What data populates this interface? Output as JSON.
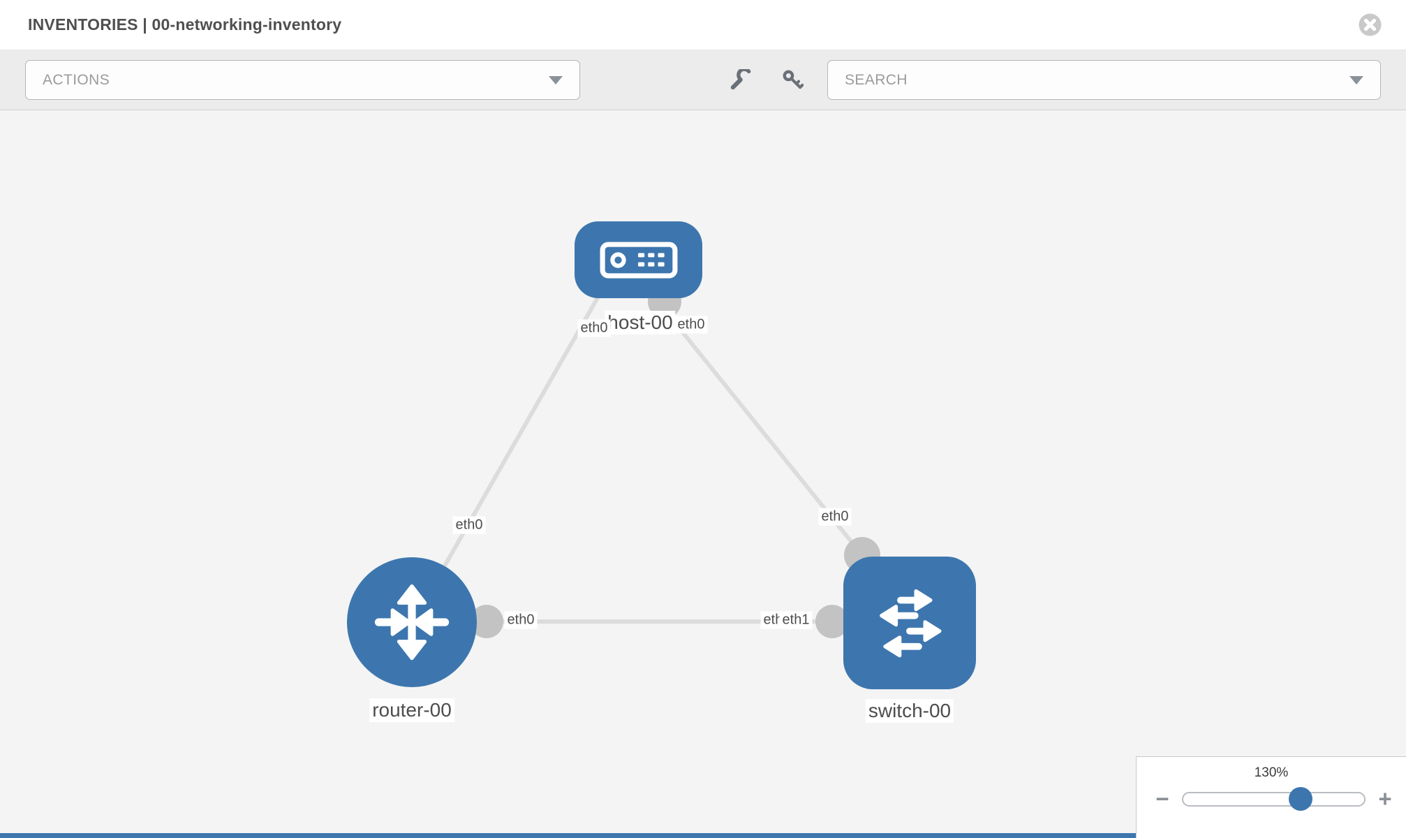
{
  "header": {
    "title": "INVENTORIES | 00-networking-inventory"
  },
  "toolbar": {
    "actions_placeholder": "ACTIONS",
    "search_placeholder": "SEARCH"
  },
  "canvas": {
    "nodes": [
      {
        "name": "host-00",
        "type": "host"
      },
      {
        "name": "router-00",
        "type": "router"
      },
      {
        "name": "switch-00",
        "type": "switch"
      }
    ],
    "links": [
      {
        "from": "host-00",
        "to": "router-00"
      },
      {
        "from": "host-00",
        "to": "switch-00"
      },
      {
        "from": "router-00",
        "to": "switch-00"
      }
    ],
    "interface_labels": [
      {
        "text": "eth0",
        "link": "host-00 to router-00",
        "near": "host-00"
      },
      {
        "text": "eth0",
        "link": "host-00 to switch-00",
        "near": "host-00"
      },
      {
        "text": "eth0",
        "link": "host-00 to router-00",
        "near": "router-00"
      },
      {
        "text": "eth0",
        "link": "host-00 to switch-00",
        "near": "switch-00"
      },
      {
        "text": "eth0",
        "link": "router-00 to switch-00",
        "near": "router-00"
      },
      {
        "text": "eth0",
        "link": "router-00 to switch-00",
        "near": "switch-00"
      },
      {
        "text": "eth1",
        "link": "router-00 to switch-00",
        "near": "switch-00"
      }
    ]
  },
  "zoom_control": {
    "level": "130%",
    "minus": "−",
    "plus": "+"
  },
  "colors": {
    "node_blue": "#3d76ae",
    "link_gray": "#dcdcdc",
    "connector_gray": "#c3c3c3",
    "canvas_bg": "#f4f4f4",
    "toolbar_bg": "#ececec"
  }
}
